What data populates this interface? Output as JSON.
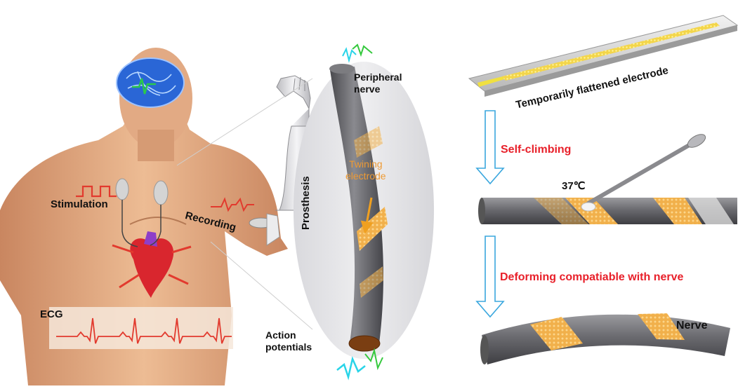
{
  "labels": {
    "stimulation": "Stimulation",
    "recording": "Recording",
    "ecg": "ECG",
    "prosthesis": "Prosthesis",
    "peripheral_nerve": "Peripheral\nnerve",
    "twining_electrode": "Twining\nelectrode",
    "action_potentials": "Action\npotentials",
    "flattened_electrode": "Temporarily flattened electrode",
    "self_climbing": "Self-climbing",
    "temperature": "37℃",
    "deforming": "Deforming compatiable with nerve",
    "nerve": "Nerve"
  },
  "colors": {
    "red_text": "#e8202a",
    "orange_text": "#ee9a33",
    "nerve_gray": "#6f6f73",
    "electrode_gold": "#f0b048",
    "arrow_blue": "#3aa7de",
    "signal_red": "#e23a2e",
    "skin": "#e0a882"
  }
}
